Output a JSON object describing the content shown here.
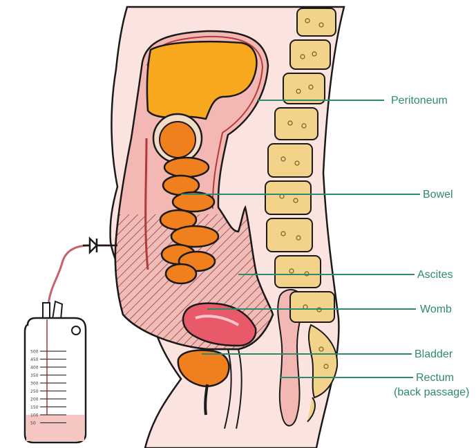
{
  "labels": {
    "peritoneum": "Peritoneum",
    "bowel": "Bowel",
    "ascites": "Ascites",
    "womb": "Womb",
    "bladder": "Bladder",
    "rectum_line1": "Rectum",
    "rectum_line2": "(back passage)"
  },
  "drain_bag": {
    "scale": [
      "500",
      "450",
      "400",
      "350",
      "300",
      "250",
      "200",
      "150",
      "100",
      "50"
    ]
  },
  "colors": {
    "label_text": "#2e8a6e",
    "leader_line": "#2e8a6e",
    "skin_fill": "#fbe3df",
    "cavity_fill": "#f4b8b4",
    "liver": "#f8a81e",
    "bowel": "#f07f1e",
    "spine": "#f3d38a",
    "outline": "#1a1a1a"
  }
}
